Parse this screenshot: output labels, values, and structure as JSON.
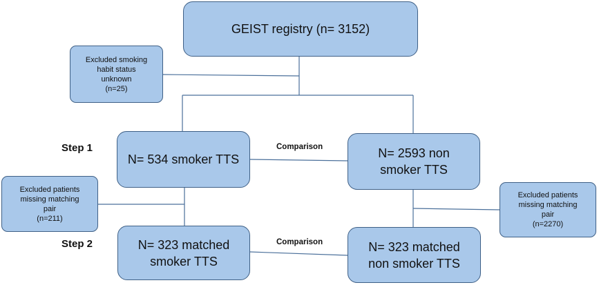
{
  "registry": {
    "label": "GEIST registry (n= 3152)"
  },
  "excluded_smoking": {
    "label": "Excluded smoking\nhabit status\nunknown\n(n=25)"
  },
  "step1": {
    "label": "Step 1",
    "smoker": "N= 534 smoker TTS",
    "nonsmoker": "N= 2593 non\nsmoker TTS",
    "comparison": "Comparison"
  },
  "excluded_left": {
    "label": "Excluded patients\nmissing matching\npair\n(n=211)"
  },
  "excluded_right": {
    "label": "Excluded patients\nmissing matching\npair\n(n=2270)"
  },
  "step2": {
    "label": "Step 2",
    "smoker": "N= 323 matched\nsmoker TTS",
    "nonsmoker": "N= 323 matched\nnon smoker TTS",
    "comparison": "Comparison"
  },
  "colors": {
    "box_fill": "#a9c8ea",
    "box_border": "#3e5f85",
    "connector": "#4a6f9a"
  }
}
